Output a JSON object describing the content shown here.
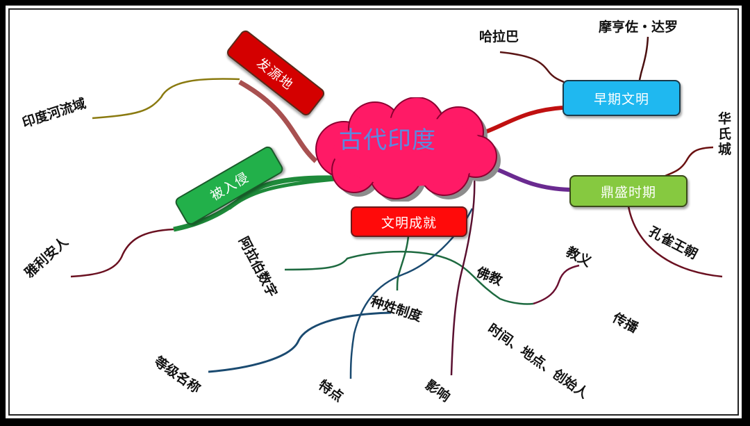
{
  "central_topic": {
    "label": "古代印度",
    "fill": "#ff1a66",
    "text_color": "#5a8ae0"
  },
  "branches": [
    {
      "id": "origin",
      "label": "发源地",
      "color": "#d40000",
      "children": [
        {
          "label": "印度河流域"
        }
      ]
    },
    {
      "id": "invaded",
      "label": "被入侵",
      "color": "#22b04a",
      "children": [
        {
          "label": "雅利安人"
        }
      ]
    },
    {
      "id": "early",
      "label": "早期文明",
      "color": "#1fb8f0",
      "children": [
        {
          "label": "哈拉巴"
        },
        {
          "label": "摩亨佐・达罗"
        }
      ]
    },
    {
      "id": "peak",
      "label": "鼎盛时期",
      "color": "#86c940",
      "children": [
        {
          "label": "华氏城"
        },
        {
          "label": "孔雀王朝"
        }
      ]
    },
    {
      "id": "achievements",
      "label": "文明成就",
      "color": "#ff0a0a",
      "children": [
        {
          "label": "阿拉伯数字"
        },
        {
          "label": "种姓制度",
          "children": [
            {
              "label": "等级名称"
            },
            {
              "label": "特点"
            },
            {
              "label": "影响"
            }
          ]
        },
        {
          "label": "佛教",
          "children": [
            {
              "label": "教义"
            },
            {
              "label": "传播"
            },
            {
              "label": "时间、地点、创始人"
            }
          ]
        }
      ]
    }
  ]
}
